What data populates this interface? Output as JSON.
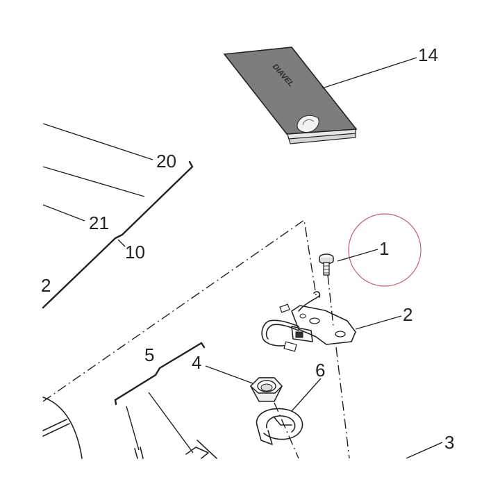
{
  "callouts": {
    "c1": "1",
    "c2": "2",
    "c2b": "2",
    "c3": "3",
    "c4": "4",
    "c5": "5",
    "c6": "6",
    "c10": "10",
    "c14": "14",
    "c20": "20",
    "c21": "21"
  },
  "manual_cover_text": "DIAVEL",
  "colors": {
    "line": "#222222",
    "manual_fill": "#7d7d7d",
    "highlight_circle": "#c06070"
  }
}
